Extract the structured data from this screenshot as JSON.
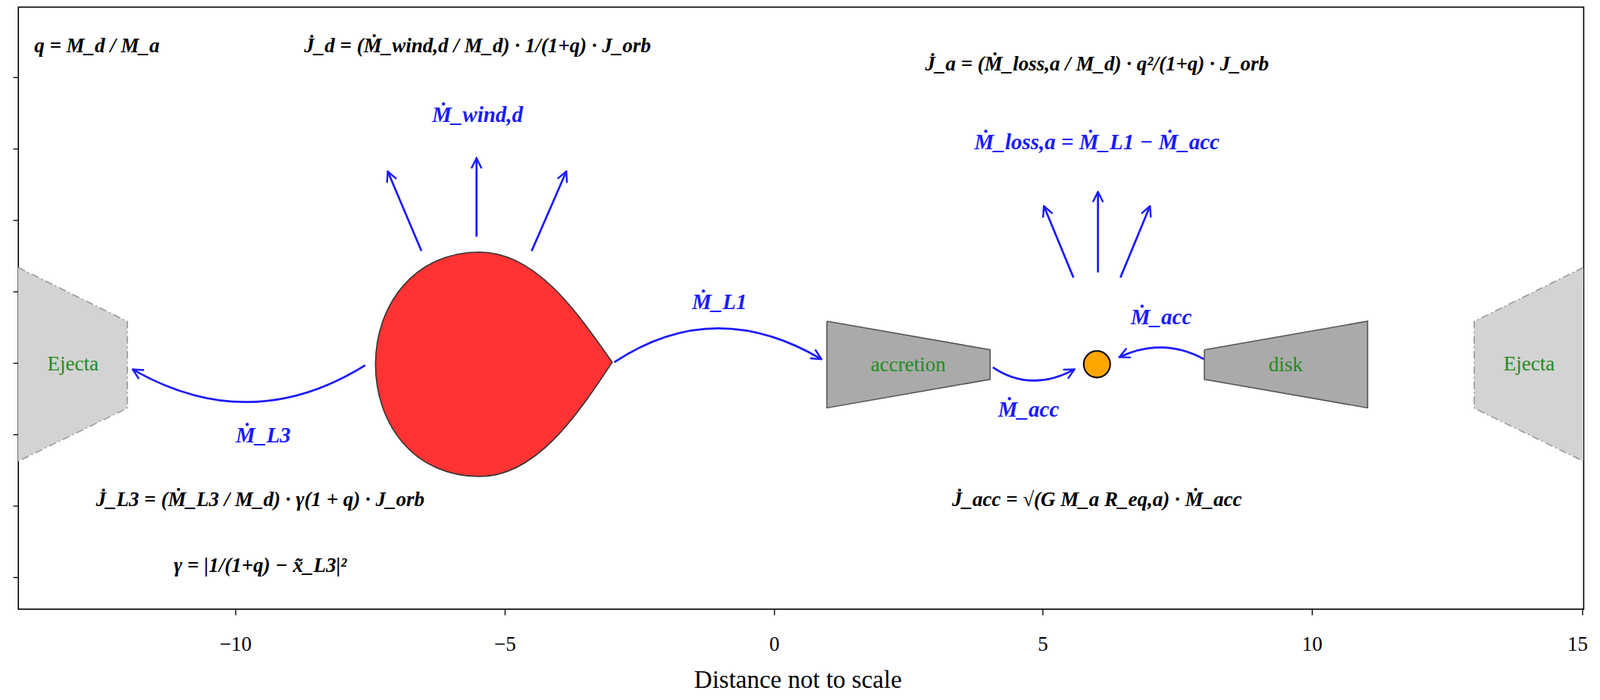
{
  "diagram": {
    "nodes": [
      {
        "text": [
          "Ejecta"
        ]
      },
      {
        "text": [
          "accretion"
        ]
      },
      {
        "text": [
          "disk"
        ]
      },
      {
        "text": [
          "Ejecta"
        ]
      }
    ],
    "labels": [
      "q = M_d / M_a",
      "J̇_d = (Ṁ_wind,d / M_d) · 1/(1+q) · J_orb",
      "Ṁ_wind,d",
      "J̇_a = (Ṁ_loss,a / M_d) · q²/(1+q) · J_orb",
      "Ṁ_loss,a = Ṁ_L1 − Ṁ_acc",
      "Ṁ_L1",
      "Ṁ_acc",
      "Ṁ_acc",
      "Ṁ_L3",
      "J̇_L3 = (Ṁ_L3 / M_d) · γ(1 + q) · J_orb",
      "γ = |1/(1+q) − x̃_L3|²",
      "J̇_acc = √(G M_a R_eq,a) · Ṁ_acc",
      "−10",
      "−5",
      "0",
      "5",
      "10",
      "15",
      "Distance not to scale"
    ]
  }
}
